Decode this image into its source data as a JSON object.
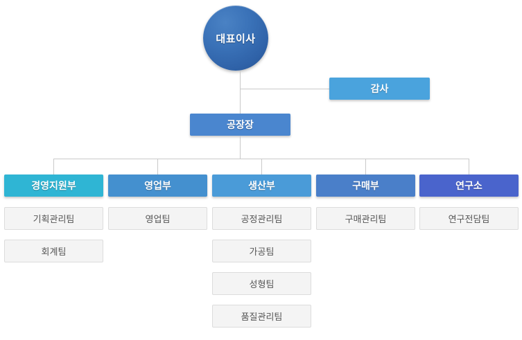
{
  "chart_data": {
    "type": "diagram",
    "title": "",
    "diagram_kind": "organization-chart",
    "orientation": "top-down",
    "levels": 3
  },
  "colors": {
    "ceo_circle": "#3a72b8",
    "audit_box": "#4aa3dd",
    "plant_box": "#4a86cf",
    "dept_management_support": "#2fb5d4",
    "dept_sales": "#4490cf",
    "dept_production": "#4a9bd8",
    "dept_purchasing": "#4a7fc9",
    "dept_research": "#4a64cc",
    "team_background": "#f4f4f4",
    "team_border": "#dcdcdc",
    "team_text": "#555555",
    "connector_line": "#c9c9c9"
  },
  "nodes": {
    "ceo": {
      "label": "대표이사"
    },
    "audit": {
      "label": "감사"
    },
    "plant_manager": {
      "label": "공장장"
    }
  },
  "departments": [
    {
      "label": "경영지원부",
      "color": "#2fb5d4",
      "teams": [
        {
          "label": "기획관리팀"
        },
        {
          "label": "회계팀"
        }
      ]
    },
    {
      "label": "영업부",
      "color": "#4490cf",
      "teams": [
        {
          "label": "영업팀"
        }
      ]
    },
    {
      "label": "생산부",
      "color": "#4a9bd8",
      "teams": [
        {
          "label": "공정관리팀"
        },
        {
          "label": "가공팀"
        },
        {
          "label": "성형팀"
        },
        {
          "label": "품질관리팀"
        }
      ]
    },
    {
      "label": "구매부",
      "color": "#4a7fc9",
      "teams": [
        {
          "label": "구매관리팀"
        }
      ]
    },
    {
      "label": "연구소",
      "color": "#4a64cc",
      "teams": [
        {
          "label": "연구전담팀"
        }
      ]
    }
  ]
}
